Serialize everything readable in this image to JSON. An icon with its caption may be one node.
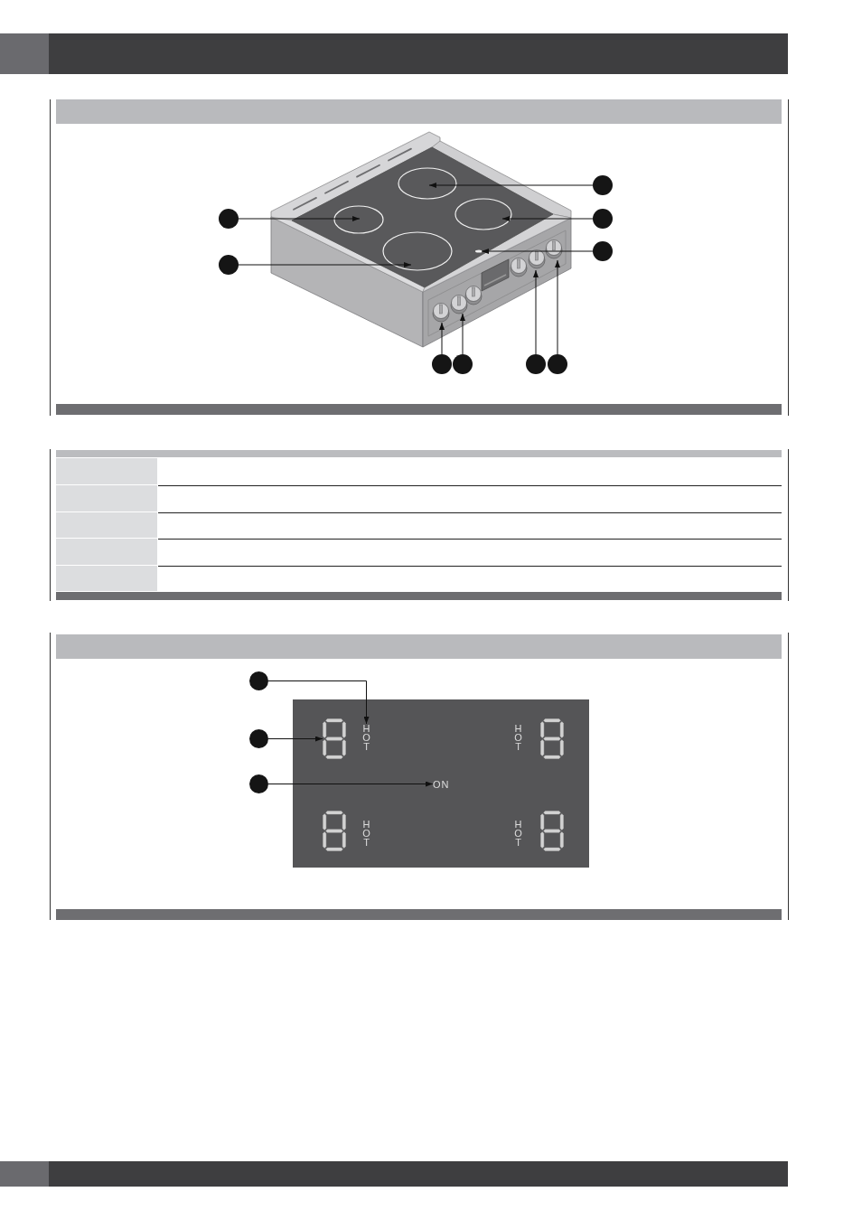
{
  "diagram": {
    "nodes": [
      {
        "text": [],
        "shape": "bar"
      },
      {
        "text": [],
        "shape": "circle"
      },
      {
        "text": [],
        "shape": "circle"
      },
      {
        "text": [],
        "shape": "circle"
      },
      {
        "text": [],
        "shape": "circle"
      },
      {
        "text": [],
        "shape": "circle"
      },
      {
        "text": [],
        "shape": "circle"
      },
      {
        "text": [],
        "shape": "circle"
      },
      {
        "text": [],
        "shape": "circle"
      },
      {
        "text": [],
        "shape": "circle"
      },
      {
        "text": [],
        "shape": "bar"
      },
      {
        "text": [],
        "shape": "circle"
      },
      {
        "text": [],
        "shape": "circle"
      },
      {
        "text": [],
        "shape": "circle"
      },
      {
        "text": [
          "HOT",
          "HOT",
          "HOT"
        ]
      },
      {
        "text": [
          "HOT"
        ],
        "in": 14
      },
      {
        "text": [],
        "shape": "picture",
        "in": 14
      },
      {
        "text": [
          "ON"
        ],
        "in": 14
      }
    ],
    "edges": [
      {
        "from": 1,
        "to": null,
        "arrow": "to"
      },
      {
        "from": 2,
        "to": null,
        "arrow": "to"
      },
      {
        "from": 3,
        "to": null,
        "arrow": "to"
      },
      {
        "from": 4,
        "to": null,
        "arrow": "to"
      },
      {
        "from": 5,
        "to": null,
        "arrow": "to"
      },
      {
        "from": 6,
        "to": null,
        "arrow": "to"
      },
      {
        "from": 7,
        "to": null,
        "arrow": "to"
      },
      {
        "from": 8,
        "to": null,
        "arrow": "to"
      },
      {
        "from": 9,
        "to": null,
        "arrow": "to"
      },
      {
        "from": 11,
        "to": 15,
        "arrow": "to"
      },
      {
        "from": 12,
        "to": 16,
        "arrow": "to"
      },
      {
        "from": 13,
        "to": 17,
        "arrow": "to"
      }
    ]
  }
}
